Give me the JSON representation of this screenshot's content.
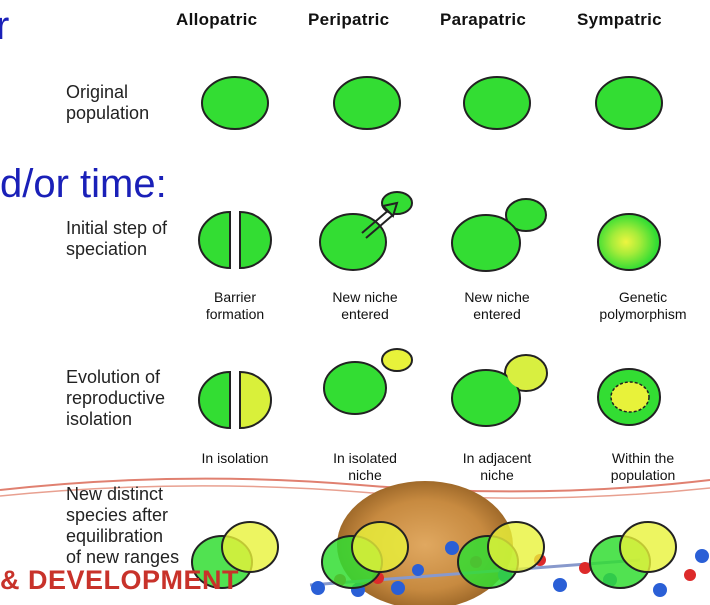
{
  "slide": {
    "text_fragment_top": "r",
    "text_fragment_mid": "d/or time:",
    "brand_text": "& DEVELOPMENT"
  },
  "columns": [
    "Allopatric",
    "Peripatric",
    "Parapatric",
    "Sympatric"
  ],
  "rows": {
    "original": "Original\npopulation",
    "initial": "Initial step of\nspeciation",
    "evolution": "Evolution of\nreproductive\nisolation",
    "new_species": "New distinct\nspecies after\nequilibration\nof new ranges"
  },
  "captions_initial": [
    "Barrier\nformation",
    "New niche\nentered",
    "New niche\nentered",
    "Genetic\npolymorphism"
  ],
  "captions_evolution": [
    "In isolation",
    "In isolated\nniche",
    "In adjacent\nniche",
    "Within the\npopulation"
  ],
  "colors": {
    "green": "#33dd33",
    "yellow": "#e8f23a",
    "outline": "#222222",
    "slide_blue": "#1a20b8",
    "brand_red": "#c8322a"
  }
}
